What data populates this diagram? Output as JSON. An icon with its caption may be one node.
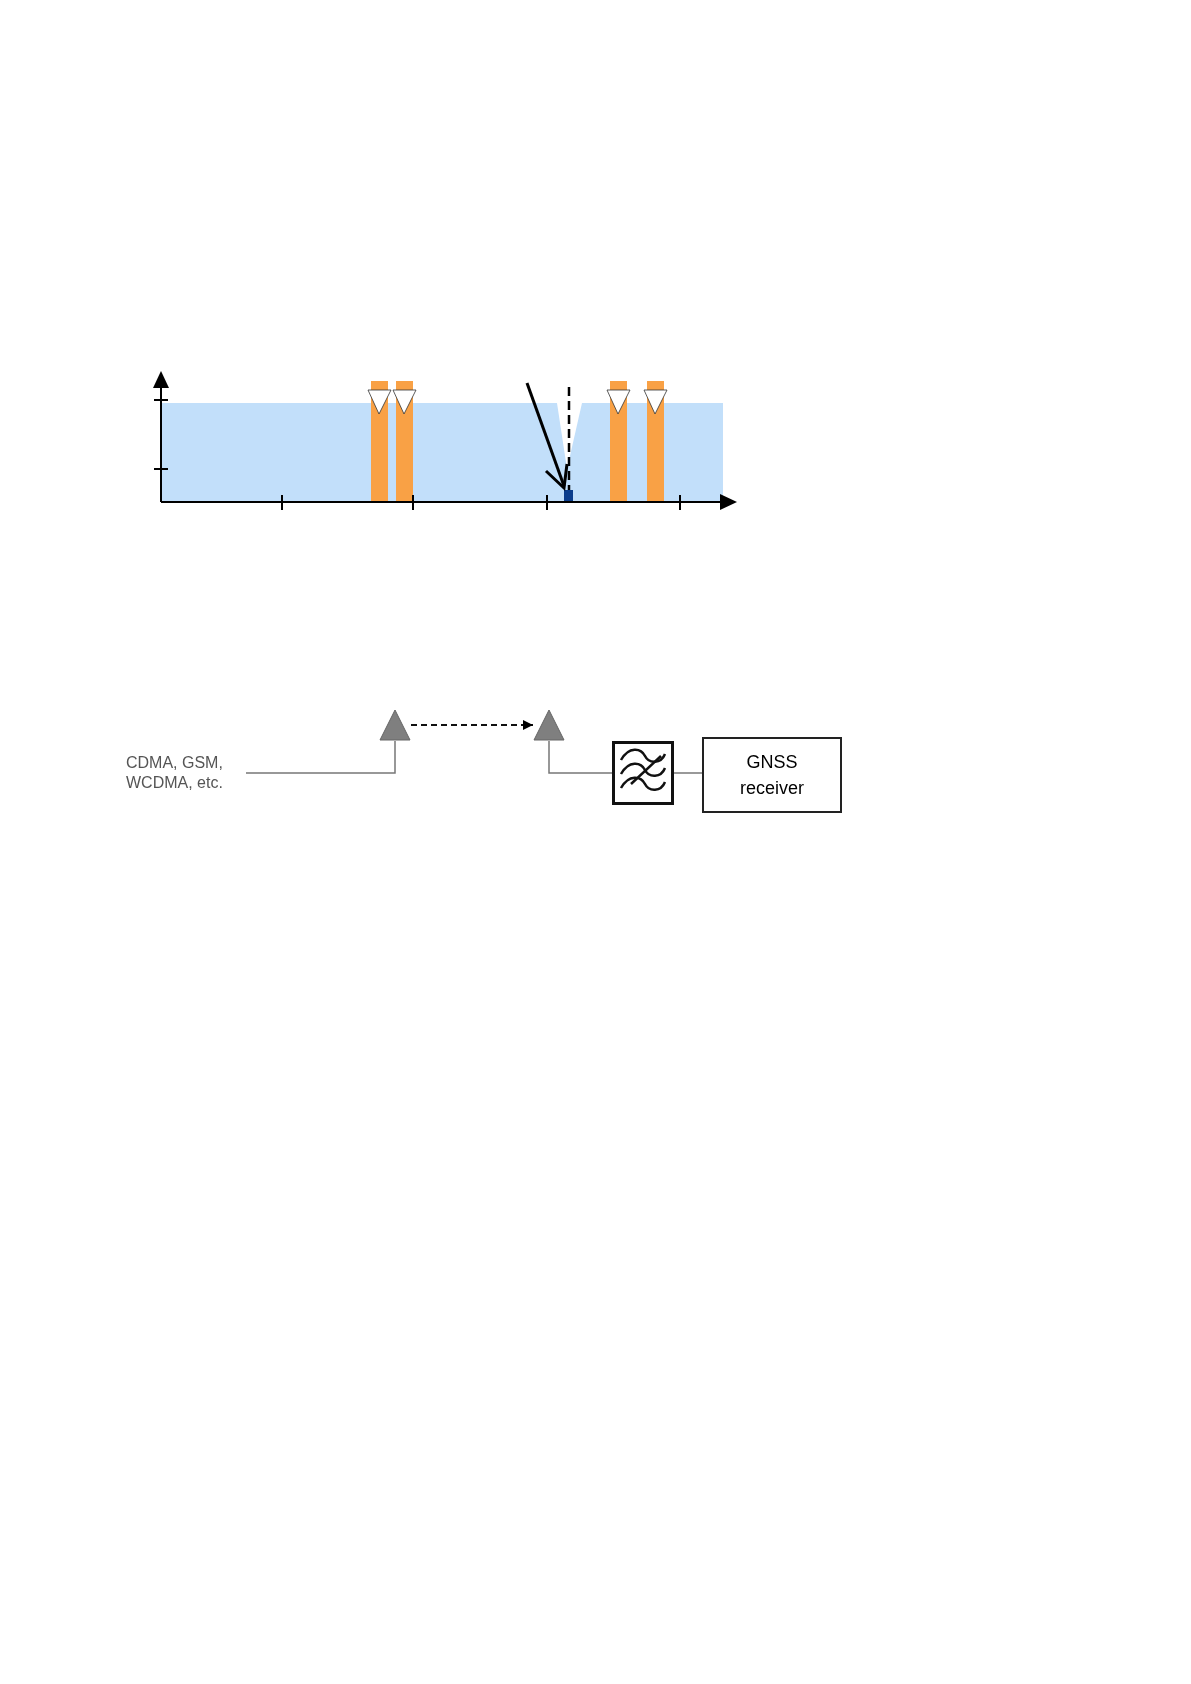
{
  "diagram": {
    "nodes": [
      {
        "text": [
          "CDMA, GSM, WCDMA, etc."
        ]
      },
      {
        "text": [],
        "shape": "triangle"
      },
      {
        "text": [],
        "shape": "triangle"
      },
      {
        "text": [],
        "shape": "box"
      },
      {
        "text": [
          "GNSS receiver"
        ]
      }
    ],
    "edges": [
      {
        "from": 0,
        "to": 1,
        "arrow": "none"
      },
      {
        "from": 1,
        "to": 2,
        "arrow": "to",
        "style": "dashed",
        "color": "#111111"
      },
      {
        "from": 2,
        "to": 3,
        "arrow": "none"
      },
      {
        "from": 3,
        "to": 4,
        "arrow": "none"
      }
    ]
  }
}
